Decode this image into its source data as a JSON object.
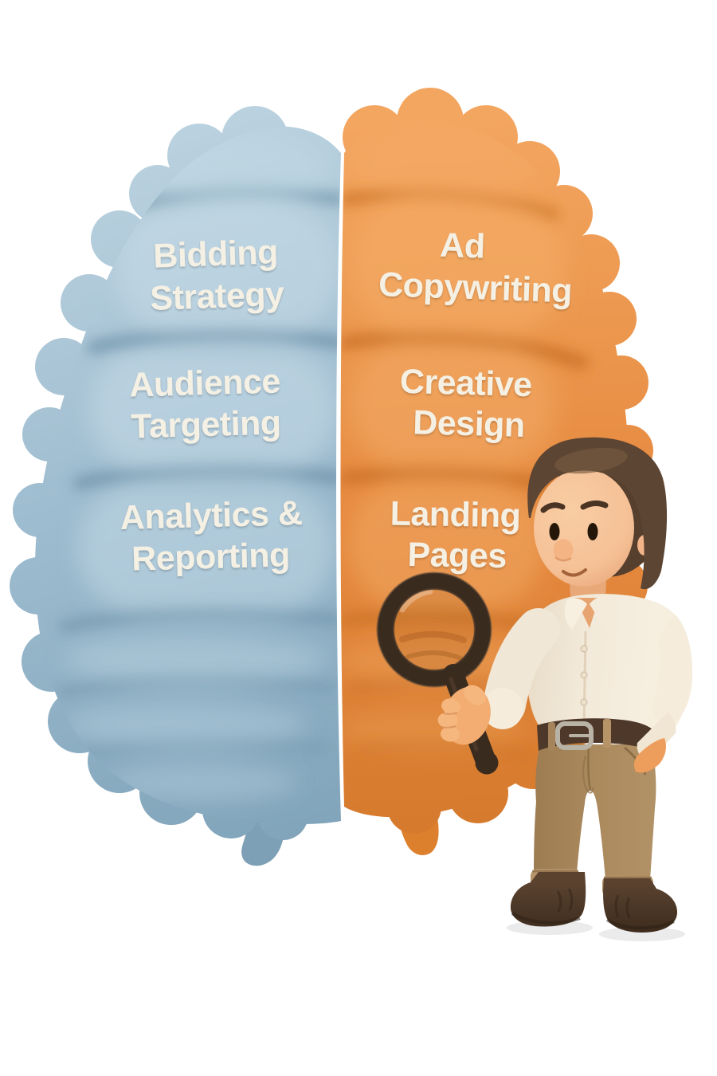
{
  "scene": {
    "background_color": "#ffffff",
    "subject": "split brain illustration with character holding magnifying glass"
  },
  "brain": {
    "label_text_color": "#f5f0e4",
    "left_hemisphere": {
      "side": "left",
      "base_color": "#9fbdd0",
      "light_color": "#c6dbe7",
      "shadow_color": "#7295ab",
      "labels": [
        {
          "id": "bidding-strategy",
          "line1": "Bidding",
          "line2": "Strategy"
        },
        {
          "id": "audience-targeting",
          "line1": "Audience",
          "line2": "Targeting"
        },
        {
          "id": "analytics-reporting",
          "line1": "Analytics &",
          "line2": "Reporting"
        }
      ]
    },
    "right_hemisphere": {
      "side": "right",
      "base_color": "#e78c42",
      "light_color": "#f3ab66",
      "shadow_color": "#c96f24",
      "labels": [
        {
          "id": "ad-copywriting",
          "line1": "Ad",
          "line2": "Copywriting"
        },
        {
          "id": "creative-design",
          "line1": "Creative",
          "line2": "Design"
        },
        {
          "id": "landing-pages",
          "line1": "Landing",
          "line2": "Pages"
        }
      ]
    }
  },
  "character": {
    "hair_color": "#5d4533",
    "skin_color": "#f6c69c",
    "shirt_color": "#f2e9d9",
    "pants_color": "#ab8a5e",
    "belt_color": "#4e382a",
    "buckle_color": "#b9b3a6",
    "shoe_color": "#483426"
  },
  "magnifier": {
    "frame_color": "#3a2b1f"
  }
}
